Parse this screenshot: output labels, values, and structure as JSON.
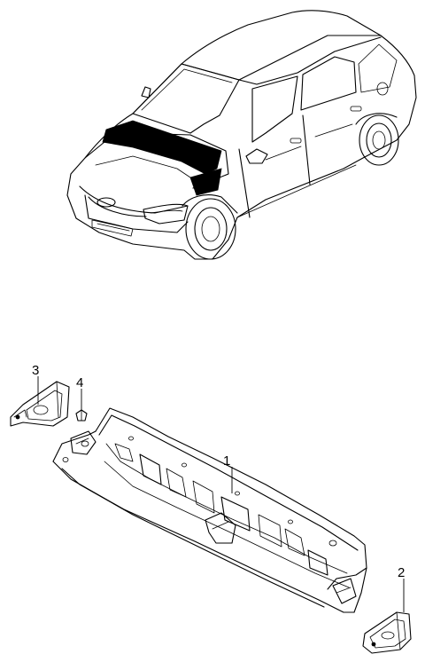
{
  "callouts": {
    "c1": "1",
    "c2": "2",
    "c3": "3",
    "c4": "4"
  },
  "colors": {
    "line": "#000000",
    "background": "#ffffff",
    "highlight": "#000000"
  }
}
